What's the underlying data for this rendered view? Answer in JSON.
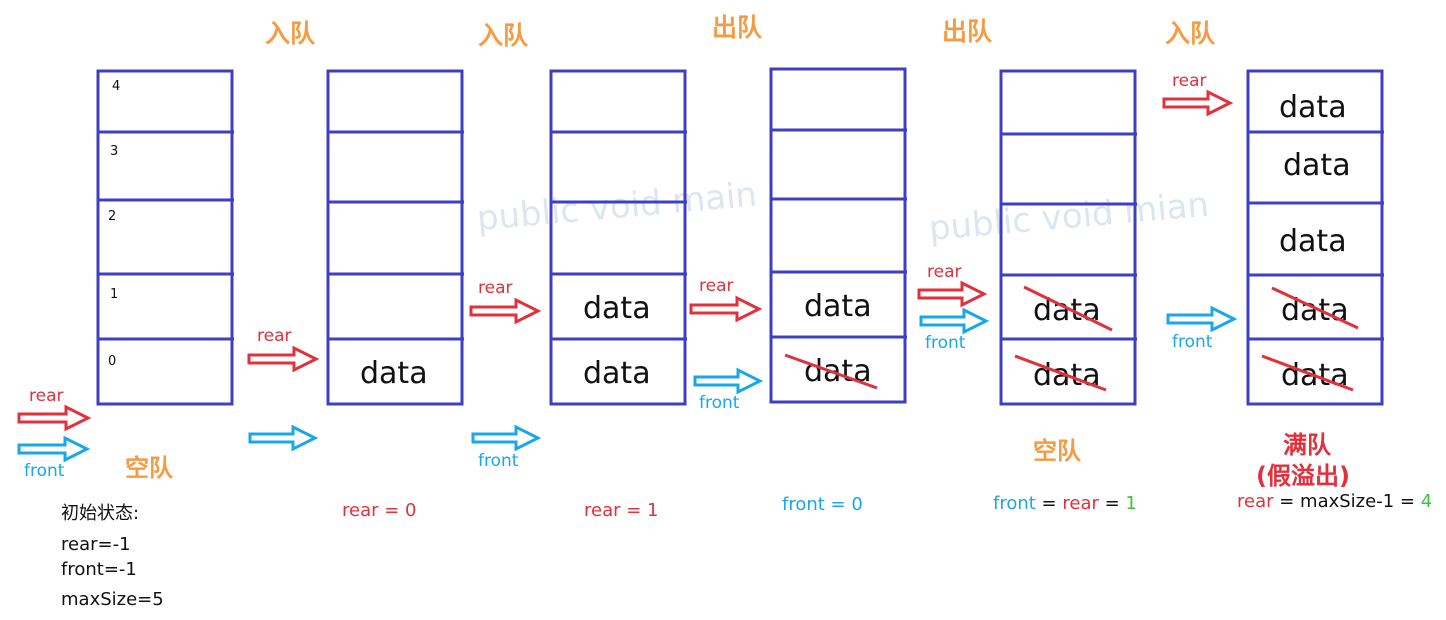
{
  "colors": {
    "box": "#3f3fc4",
    "orange": "#f59b42",
    "red": "#e0313d",
    "blue": "#1aa7e8",
    "green": "#3cc43c",
    "text": "#111111",
    "watermark": "#dde6ef"
  },
  "operations": [
    "入队",
    "入队",
    "出队",
    "出队",
    "入队"
  ],
  "cell_text": "data",
  "index_labels": [
    "4",
    "3",
    "2",
    "1",
    "0"
  ],
  "pointer_labels": {
    "rear": "rear",
    "front": "front"
  },
  "states": {
    "empty_initial": "空队",
    "empty": "空队",
    "full_line1": "满队",
    "full_line2": "(假溢出)"
  },
  "watermark": "public void main",
  "watermark2": "public void mian",
  "formulas": {
    "step1": {
      "text": "rear = 0"
    },
    "step2": {
      "text": "rear = 1"
    },
    "step3": {
      "text": "front = 0"
    },
    "step4": {
      "front": "front",
      "eq1": " = ",
      "rear": "rear",
      "eq2": " = ",
      "value": "1"
    },
    "step5": {
      "rear": "rear",
      "mid": " = maxSize-1 = ",
      "value": "4"
    }
  },
  "initial_state": {
    "title": "初始状态:",
    "lines": [
      "rear=-1",
      "front=-1",
      "maxSize=5"
    ]
  }
}
